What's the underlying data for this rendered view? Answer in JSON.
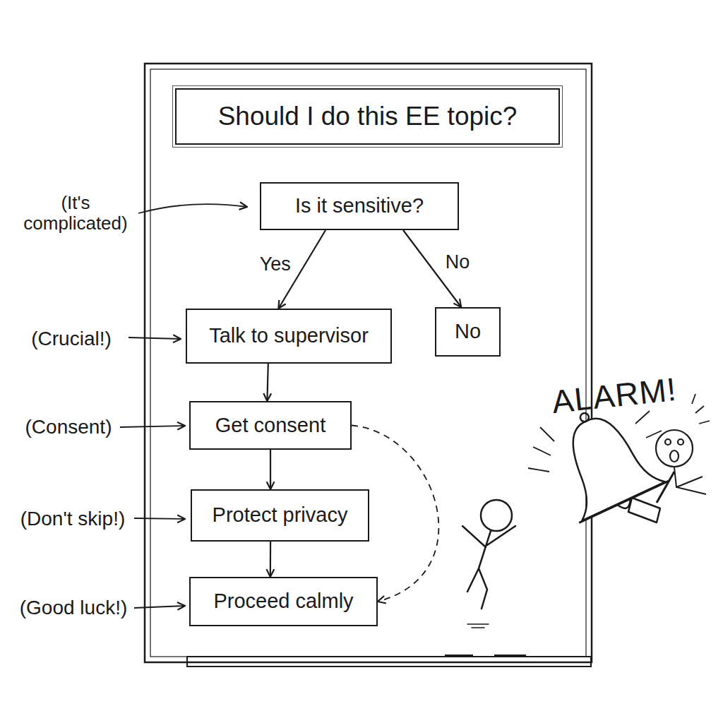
{
  "diagram": {
    "title": "Should I do this EE topic?",
    "nodes": [
      {
        "text": [
          "Is it sensitive?"
        ]
      },
      {
        "text": [
          "Talk to supervisor"
        ]
      },
      {
        "text": [
          "No"
        ]
      },
      {
        "text": [
          "Get consent"
        ]
      },
      {
        "text": [
          "Protect privacy"
        ]
      },
      {
        "text": [
          "Proceed calmly"
        ]
      }
    ],
    "edges": [
      {
        "from": 0,
        "to": 1,
        "label": "Yes",
        "arrow": "to"
      },
      {
        "from": 0,
        "to": 2,
        "label": "No",
        "arrow": "to"
      },
      {
        "from": 1,
        "to": 3,
        "arrow": "to"
      },
      {
        "from": 3,
        "to": 4,
        "arrow": "to"
      },
      {
        "from": 4,
        "to": 5,
        "arrow": "to"
      },
      {
        "from": 3,
        "to": 5,
        "arrow": "to"
      }
    ],
    "labels": [
      "(It's complicated)",
      "(Crucial!)",
      "(Consent)",
      "(Don't skip!)",
      "(Good luck!)",
      "ALARM!"
    ]
  }
}
